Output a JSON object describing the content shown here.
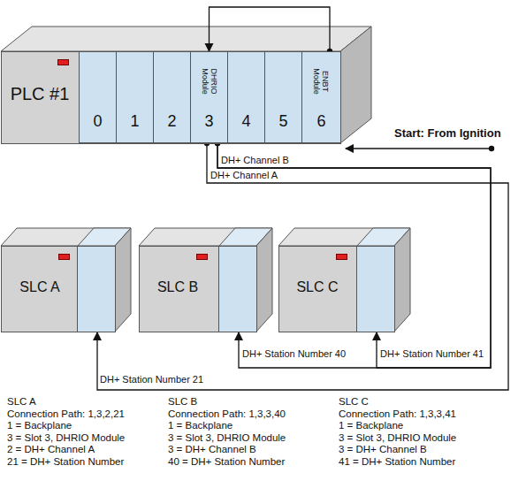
{
  "diagram": {
    "nodes": [
      {
        "text": [
          "PLC #1"
        ]
      },
      {
        "text": [
          "0"
        ],
        "in": 0
      },
      {
        "text": [
          "1"
        ],
        "in": 0
      },
      {
        "text": [
          "2"
        ],
        "in": 0
      },
      {
        "text": [
          "DHRIO Module",
          "3"
        ],
        "in": 0
      },
      {
        "text": [
          "4"
        ],
        "in": 0
      },
      {
        "text": [
          "5"
        ],
        "in": 0
      },
      {
        "text": [
          "ENBT Module",
          "6"
        ],
        "in": 0
      },
      {
        "text": [
          "SLC A"
        ]
      },
      {
        "text": [
          "SLC B"
        ]
      },
      {
        "text": [
          "SLC C"
        ]
      }
    ],
    "edges": [
      {
        "from": 7,
        "to": 4,
        "arrow": "to"
      },
      {
        "from": 4,
        "to": 8,
        "arrow": "to"
      },
      {
        "from": 4,
        "to": 9,
        "arrow": "to"
      },
      {
        "from": 4,
        "to": 10,
        "arrow": "to"
      }
    ],
    "labels": [
      "Start: From Ignition",
      "DH+ Channel B",
      "DH+ Channel A",
      "DH+ Station Number 40",
      "DH+ Station Number 41",
      "DH+ Station Number 21",
      "SLC A",
      "Connection Path: 1,3,2,21",
      "1 = Backplane",
      "3 = Slot 3, DHRIO Module",
      "2 = DH+ Channel A",
      "21 = DH+ Station Number",
      "SLC B",
      "Connection Path: 1,3,3,40",
      "1 = Backplane",
      "3 = Slot 3, DHRIO Module",
      "3 = DH+ Channel B",
      "40 = DH+ Station Number",
      "SLC C",
      "Connection Path: 1,3,3,41",
      "1 = Backplane",
      "3 = Slot 3, DHRIO Module",
      "3 = DH+ Channel B",
      "41 = DH+ Station Number"
    ]
  }
}
